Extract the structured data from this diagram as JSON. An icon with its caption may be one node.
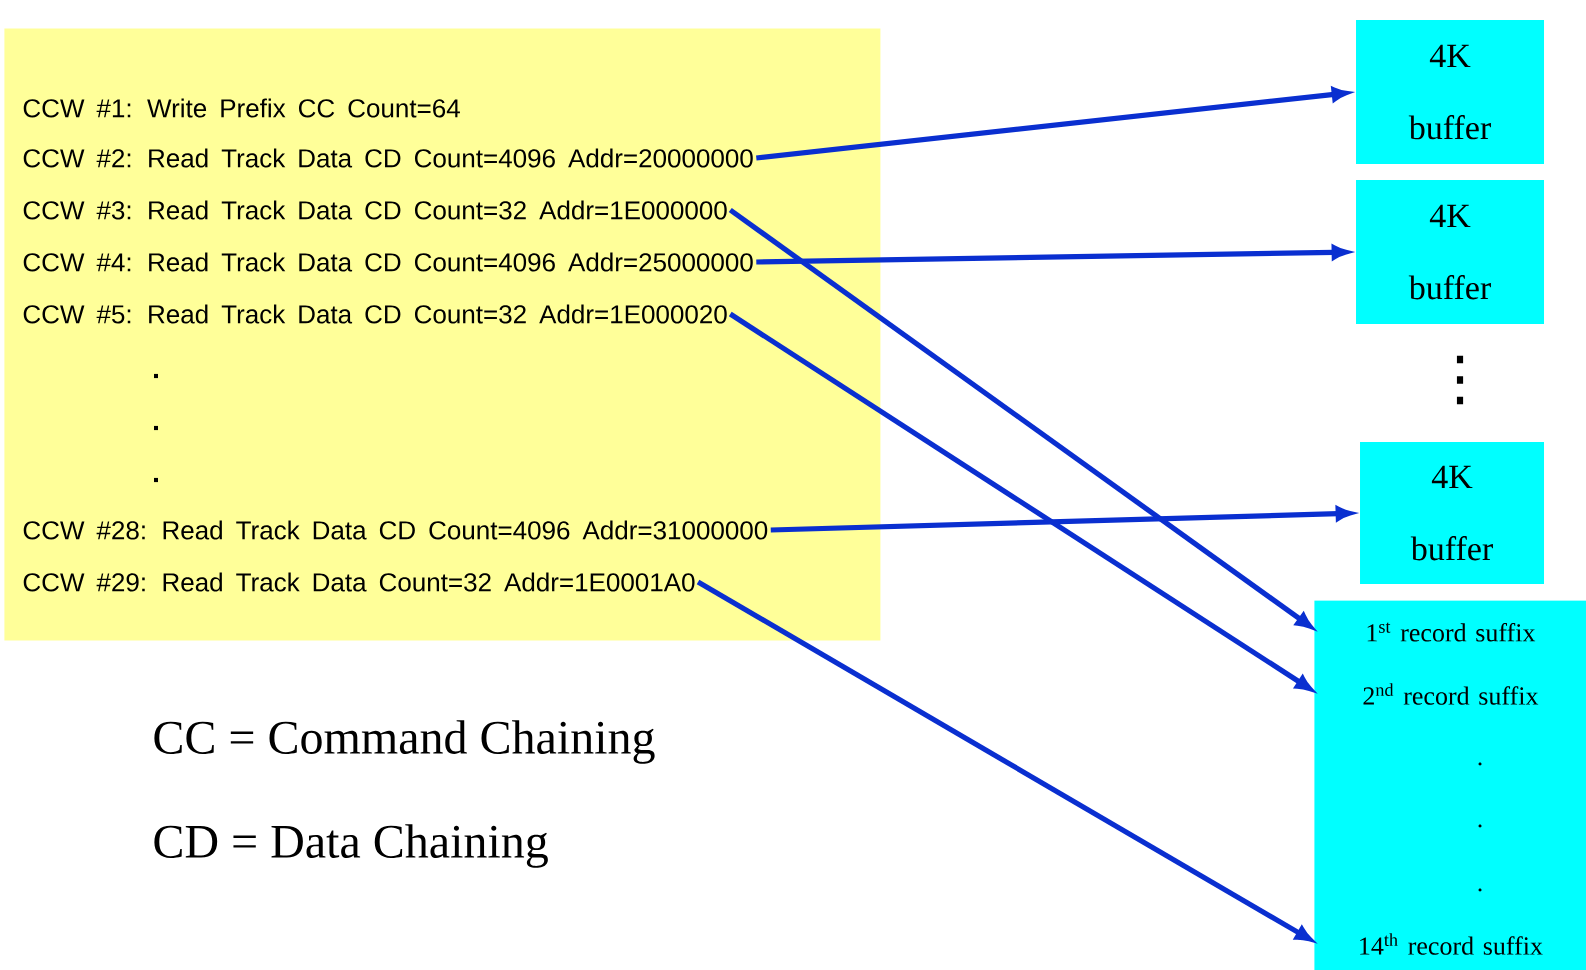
{
  "diagram": {
    "nodes": [
      {
        "text": [],
        "shape": "box"
      },
      {
        "text": [
          "CCW #1: Write Prefix CC Count=64"
        ],
        "in": 0
      },
      {
        "text": [
          "CCW #2: Read Track Data CD Count=4096 Addr=20000000"
        ],
        "in": 0
      },
      {
        "text": [
          "CCW #3: Read Track Data CD Count=32 Addr=1E000000"
        ],
        "in": 0
      },
      {
        "text": [
          "CCW #4: Read Track Data CD Count=4096 Addr=25000000"
        ],
        "in": 0
      },
      {
        "text": [
          "CCW #5: Read Track Data CD Count=32 Addr=1E000020"
        ],
        "in": 0
      },
      {
        "text": [
          "CCW #28: Read Track Data CD Count=4096 Addr=31000000"
        ],
        "in": 0
      },
      {
        "text": [
          "CCW #29: Read Track Data Count=32 Addr=1E0001A0"
        ],
        "in": 0
      },
      {
        "text": [
          "4K buffer"
        ]
      },
      {
        "text": [
          "4K buffer"
        ]
      },
      {
        "text": [
          "4K buffer"
        ]
      },
      {
        "text": [],
        "shape": "box"
      },
      {
        "text": [
          "1$^{st}$ record suffix"
        ],
        "in": 11
      },
      {
        "text": [
          "2$^{nd}$ record suffix"
        ],
        "in": 11
      },
      {
        "text": [
          "14$^{th}$ record suffix"
        ],
        "in": 11
      }
    ],
    "edges": [
      {
        "from": 2,
        "to": 8,
        "arrow": "to"
      },
      {
        "from": 3,
        "to": 12,
        "arrow": "to"
      },
      {
        "from": 4,
        "to": 9,
        "arrow": "to"
      },
      {
        "from": 5,
        "to": 13,
        "arrow": "to"
      },
      {
        "from": 6,
        "to": 10,
        "arrow": "to"
      },
      {
        "from": 7,
        "to": 14,
        "arrow": "to"
      }
    ],
    "labels": [
      ".",
      ".",
      ".",
      "⋮",
      ".",
      ".",
      ".",
      "CC = Command Chaining",
      "CD = Data Chaining"
    ]
  }
}
